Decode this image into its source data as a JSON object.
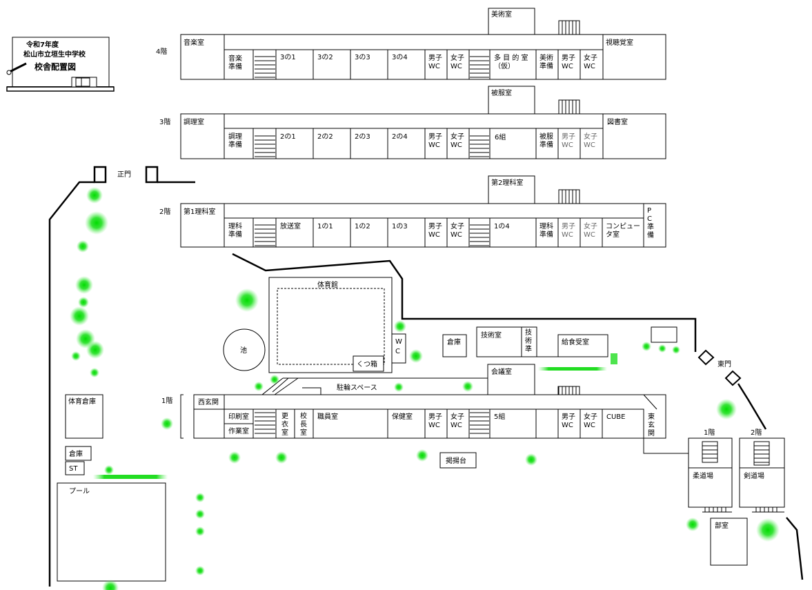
{
  "title_box": {
    "line1": "令和7年度",
    "line2": "松山市立垣生中学校",
    "line3": "校舎配置図"
  },
  "floors": {
    "f4": "4階",
    "f3": "3階",
    "f2": "2階",
    "f1": "1階"
  },
  "floor4": {
    "music": "音楽室",
    "music_prep": [
      "音楽",
      "準備"
    ],
    "c31": "3の1",
    "c32": "3の2",
    "c33": "3の3",
    "c34": "3の4",
    "male_wc": [
      "男子",
      "WC"
    ],
    "female_wc": [
      "女子",
      "WC"
    ],
    "multi": [
      "多 目 的 室",
      "（仮）"
    ],
    "art_prep": [
      "美術",
      "準備"
    ],
    "male_wc2": [
      "男子",
      "WC"
    ],
    "female_wc2": [
      "女子",
      "WC"
    ],
    "av": "視聴覚室",
    "art": "美術室"
  },
  "floor3": {
    "cooking": "調理室",
    "cooking_prep": [
      "調理",
      "準備"
    ],
    "c21": "2の1",
    "c22": "2の2",
    "c23": "2の3",
    "c24": "2の4",
    "male_wc": [
      "男子",
      "WC"
    ],
    "female_wc": [
      "女子",
      "WC"
    ],
    "k6": "6組",
    "clothing_prep": [
      "被服",
      "準備"
    ],
    "male_wc2": [
      "男子",
      "WC"
    ],
    "female_wc2": [
      "女子",
      "WC"
    ],
    "library": "図書室",
    "clothing": "被服室"
  },
  "floor2": {
    "sci1": "第1理科室",
    "sci_prep": [
      "理科",
      "準備"
    ],
    "broadcast": "放送室",
    "c11": "1の1",
    "c12": "1の2",
    "c13": "1の3",
    "male_wc": [
      "男子",
      "WC"
    ],
    "female_wc": [
      "女子",
      "WC"
    ],
    "c14": "1の4",
    "sci_prep2": [
      "理科",
      "準備"
    ],
    "male_wc2": [
      "男子",
      "WC"
    ],
    "female_wc2": [
      "女子",
      "WC"
    ],
    "computer": [
      "コンピュー",
      "タ室"
    ],
    "pc_prep": [
      "P",
      "C",
      "準",
      "備"
    ],
    "sci2": "第2理科室"
  },
  "floor1": {
    "west_entrance": "西玄関",
    "print": "印刷室",
    "work": "作業室",
    "changing": [
      "更",
      "衣",
      "室"
    ],
    "principal": [
      "校",
      "長",
      "室"
    ],
    "staff": "職員室",
    "health": "保健室",
    "male_wc": [
      "男子",
      "WC"
    ],
    "female_wc": [
      "女子",
      "WC"
    ],
    "k5": "5組",
    "male_wc2": [
      "男子",
      "WC"
    ],
    "female_wc2": [
      "女子",
      "WC"
    ],
    "cube": "CUBE",
    "east_entrance": [
      "東",
      "玄",
      "関"
    ]
  },
  "grounds": {
    "main_gate": "正門",
    "east_gate": "東門",
    "gym": "体育館",
    "pond": "池",
    "shoe": "くつ箱",
    "wc": [
      "W",
      "C"
    ],
    "storage": "倉庫",
    "tech": "技術室",
    "tech_prep": [
      "技",
      "術",
      "準"
    ],
    "lunch": "給食受室",
    "meeting": "会議室",
    "bike": "駐輪スペース",
    "gym_storage": "体育倉庫",
    "storage2": "倉庫",
    "st": "ST",
    "pool": "プール",
    "flagpole": "掲揚台",
    "judo": "柔道場",
    "kendo": "剣道場",
    "club": "部室",
    "judo_floor": "1階",
    "kendo_floor": "2階"
  },
  "colors": {
    "tree": "#00dd00",
    "line": "#000000"
  }
}
